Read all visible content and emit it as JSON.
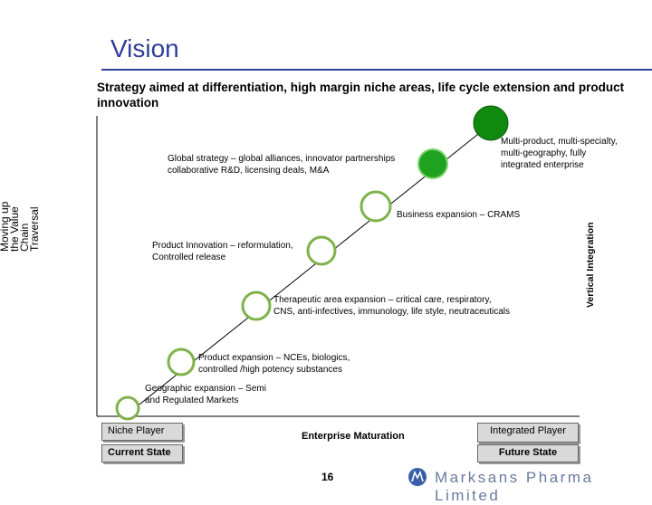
{
  "title": "Vision",
  "subtitle": "Strategy aimed at differentiation, high margin niche areas, life cycle extension and product innovation",
  "left_axis_text": "Moving up the Value Chain Traversal",
  "vertical_axis_label": "Vertical Integration",
  "stages": [
    {
      "label_lines": [
        "Geographic expansion – Semi",
        "and Regulated Markets"
      ],
      "fill": "white"
    },
    {
      "label_lines": [
        "Product expansion – NCEs, biologics,",
        "controlled /high potency substances"
      ],
      "fill": "white"
    },
    {
      "label_lines": [
        "Therapeutic area expansion – critical care, respiratory,",
        "CNS, anti-infectives, immunology, life style, neutraceuticals"
      ],
      "fill": "white"
    },
    {
      "label_lines": [
        "Product Innovation – reformulation,",
        "Controlled release"
      ],
      "fill": "white"
    },
    {
      "label_lines": [
        "Business expansion – CRAMS"
      ],
      "fill": "white"
    },
    {
      "label_lines": [
        "Global strategy – global alliances, innovator partnerships",
        "collaborative R&D, licensing deals, M&A"
      ],
      "fill": "green"
    },
    {
      "label_lines": [
        "Multi-product, multi-specialty,",
        "multi-geography, fully",
        "integrated enterprise"
      ],
      "fill": "dark-green"
    }
  ],
  "bottom": {
    "niche_player": "Niche Player",
    "current_state": "Current State",
    "enterprise_maturation": "Enterprise Maturation",
    "integrated_player": "Integrated Player",
    "future_state": "Future State"
  },
  "page_number": "16",
  "company_name": "Marksans Pharma Limited",
  "colors": {
    "title": "#2f3f9a",
    "circle_white": "#ffffff",
    "circle_ring": "#7fb24a",
    "green": "#1fa21f",
    "dark_green": "#0f7a0f"
  }
}
